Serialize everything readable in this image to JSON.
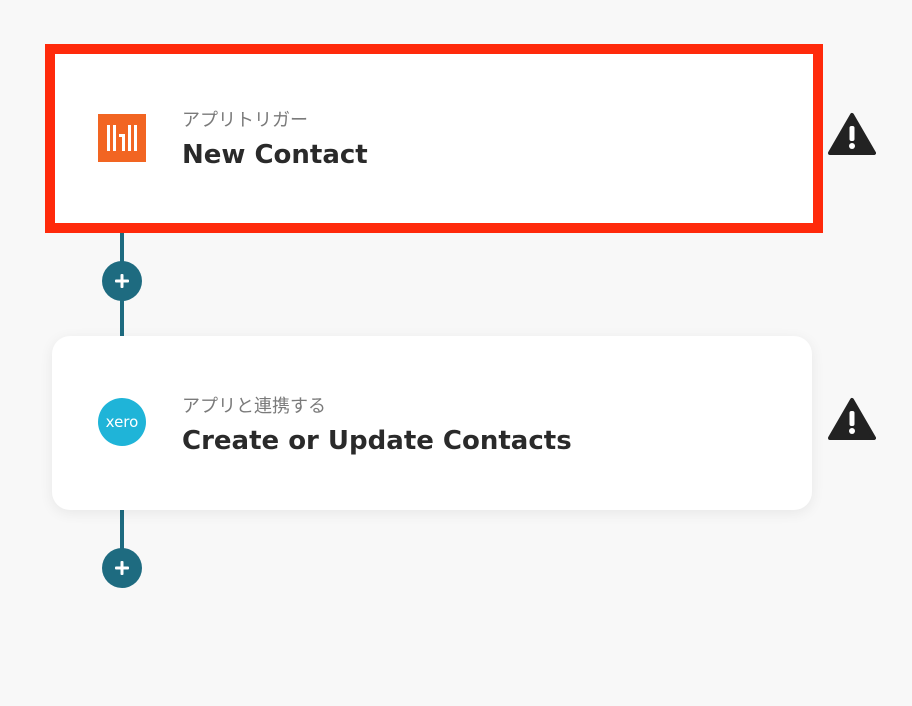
{
  "steps": [
    {
      "label": "アプリトリガー",
      "title": "New Contact",
      "app_icon": "hubspot-like-orange-logo-icon",
      "selected": true
    },
    {
      "label": "アプリと連携する",
      "title": "Create or Update Contacts",
      "app_icon": "xero-logo-icon",
      "selected": false
    }
  ],
  "colors": {
    "accent": "#1e6b80",
    "selection_border": "#ff2a0b",
    "trigger_icon": "#f26522",
    "xero_icon": "#1fb4d8",
    "warning": "#222222"
  }
}
